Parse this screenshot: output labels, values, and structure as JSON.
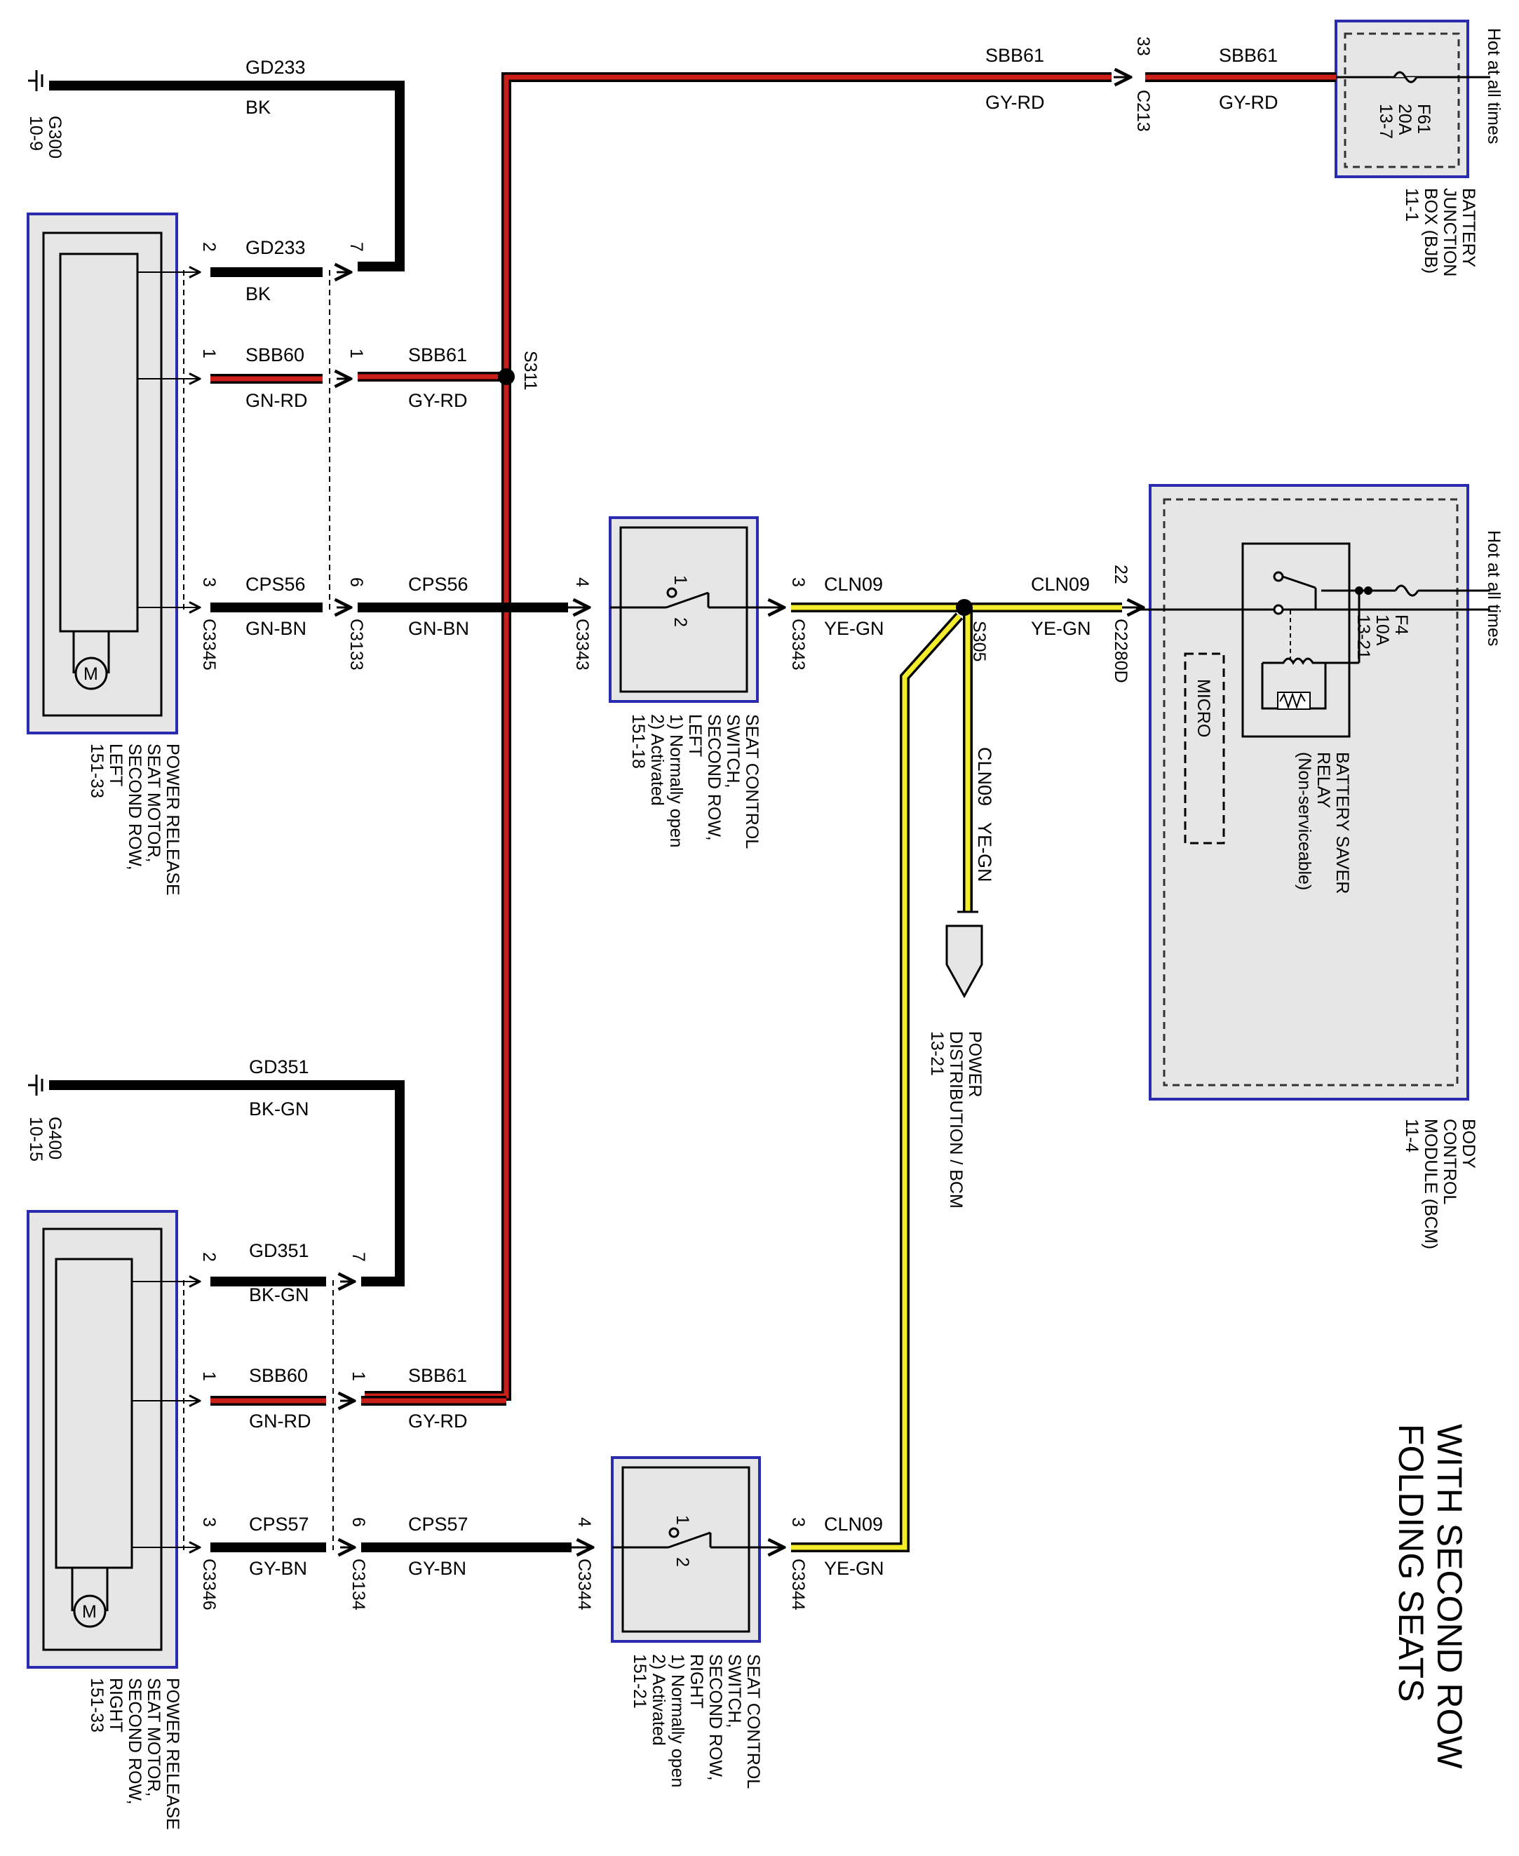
{
  "diagram": {
    "title": [
      "WITH SECOND ROW",
      "FOLDING SEATS"
    ],
    "hot_at_all_times": "Hot at all times",
    "grounds": {
      "g300": [
        "G300",
        "10-9"
      ],
      "g400": [
        "G400",
        "10-15"
      ]
    },
    "wires": {
      "gd233": "GD233",
      "bk": "BK",
      "gd351": "GD351",
      "bk_gn": "BK-GN",
      "sbb60": "SBB60",
      "gn_rd": "GN-RD",
      "sbb61": "SBB61",
      "gy_rd": "GY-RD",
      "cps56": "CPS56",
      "gn_bn": "GN-BN",
      "cps57": "CPS57",
      "gy_bn": "GY-BN",
      "cln09": "CLN09",
      "ye_gn": "YE-GN"
    },
    "pins": {
      "p1": "1",
      "p2": "2",
      "p3": "3",
      "p4": "4",
      "p6": "6",
      "p7": "7",
      "p22": "22",
      "p33": "33"
    },
    "connectors": {
      "c3345": "C3345",
      "c3133": "C3133",
      "c3343": "C3343",
      "c3346": "C3346",
      "c3134": "C3134",
      "c3344": "C3344",
      "c213": "C213",
      "c2280d": "C2280D"
    },
    "splices": {
      "s311": "S311",
      "s305": "S305"
    },
    "fuses": {
      "f61": [
        "F61",
        "20A",
        "13-7"
      ],
      "f4": [
        "F4",
        "10A",
        "13-21"
      ]
    },
    "components": {
      "bjb": [
        "BATTERY",
        "JUNCTION",
        "BOX (BJB)",
        "11-1"
      ],
      "bcm": [
        "BODY",
        "CONTROL",
        "MODULE (BCM)",
        "11-4"
      ],
      "relay": [
        "BATTERY SAVER",
        "RELAY",
        "(Non-serviceable)"
      ],
      "micro": "MICRO",
      "motor_symbol": "M",
      "motor_left": [
        "POWER RELEASE",
        "SEAT MOTOR,",
        "SECOND ROW,",
        "LEFT",
        "151-33"
      ],
      "motor_right": [
        "POWER RELEASE",
        "SEAT MOTOR,",
        "SECOND ROW,",
        "RIGHT",
        "151-33"
      ],
      "switch_left": [
        "SEAT CONTROL",
        "SWITCH,",
        "SECOND ROW,",
        "LEFT",
        "1) Normally open",
        "2) Activated",
        "151-18"
      ],
      "switch_right": [
        "SEAT CONTROL",
        "SWITCH,",
        "SECOND ROW,",
        "RIGHT",
        "1) Normally open",
        "2) Activated",
        "151-21"
      ],
      "power_dist": [
        "POWER",
        "DISTRIBUTION / BCM",
        "13-21"
      ]
    },
    "colors": {
      "bk": "#000000",
      "rd": "#cc1f1a",
      "gn": "#2e7d32",
      "bn": "#7a4a1e",
      "ye": "#f2ec2a",
      "gy": "#6e6e6e",
      "box_border": "#2b2bb0",
      "box_fill": "#e6e6e6"
    }
  }
}
